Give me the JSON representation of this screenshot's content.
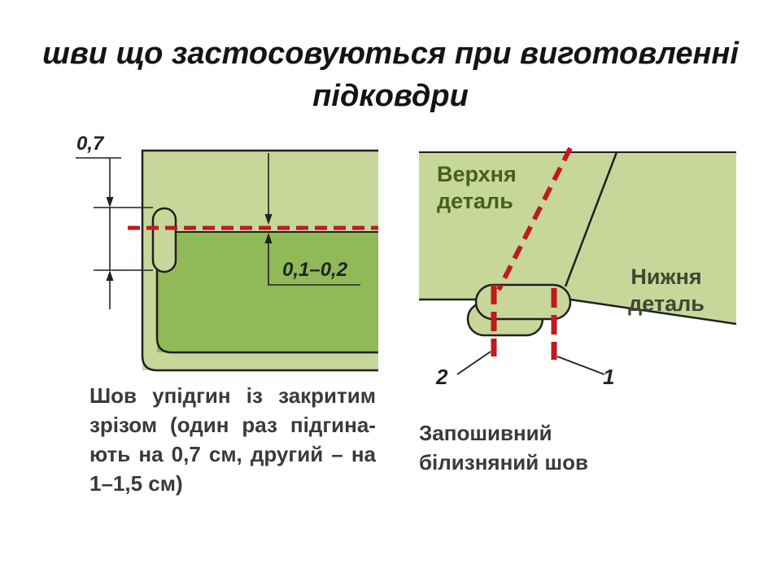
{
  "slide": {
    "title_lines": [
      "шви що застосовуються при виготовленні",
      "підковдри"
    ]
  },
  "left_figure": {
    "dim_fold": "0,7",
    "dim_stitch": "0,1–0,2",
    "caption_lines": [
      "Шов упідгин із закритим",
      "зрізом (один раз підгина-",
      "ють на 0,7 см, другий – на",
      "1–1,5 см)"
    ]
  },
  "right_figure": {
    "upper_label_lines": [
      "Верхня",
      "деталь"
    ],
    "lower_label_lines": [
      "Нижня",
      "деталь"
    ],
    "marker_2": "2",
    "marker_1": "1",
    "caption_lines": [
      "Запошивний",
      "білизняний шов"
    ]
  },
  "colors": {
    "fabric_light": "#c7d79a",
    "fabric_dark": "#90ba58",
    "outline": "#231f20",
    "stitch_red": "#c01a1f",
    "label_green": "#47601c",
    "caption_text": "#3a3a3a"
  }
}
